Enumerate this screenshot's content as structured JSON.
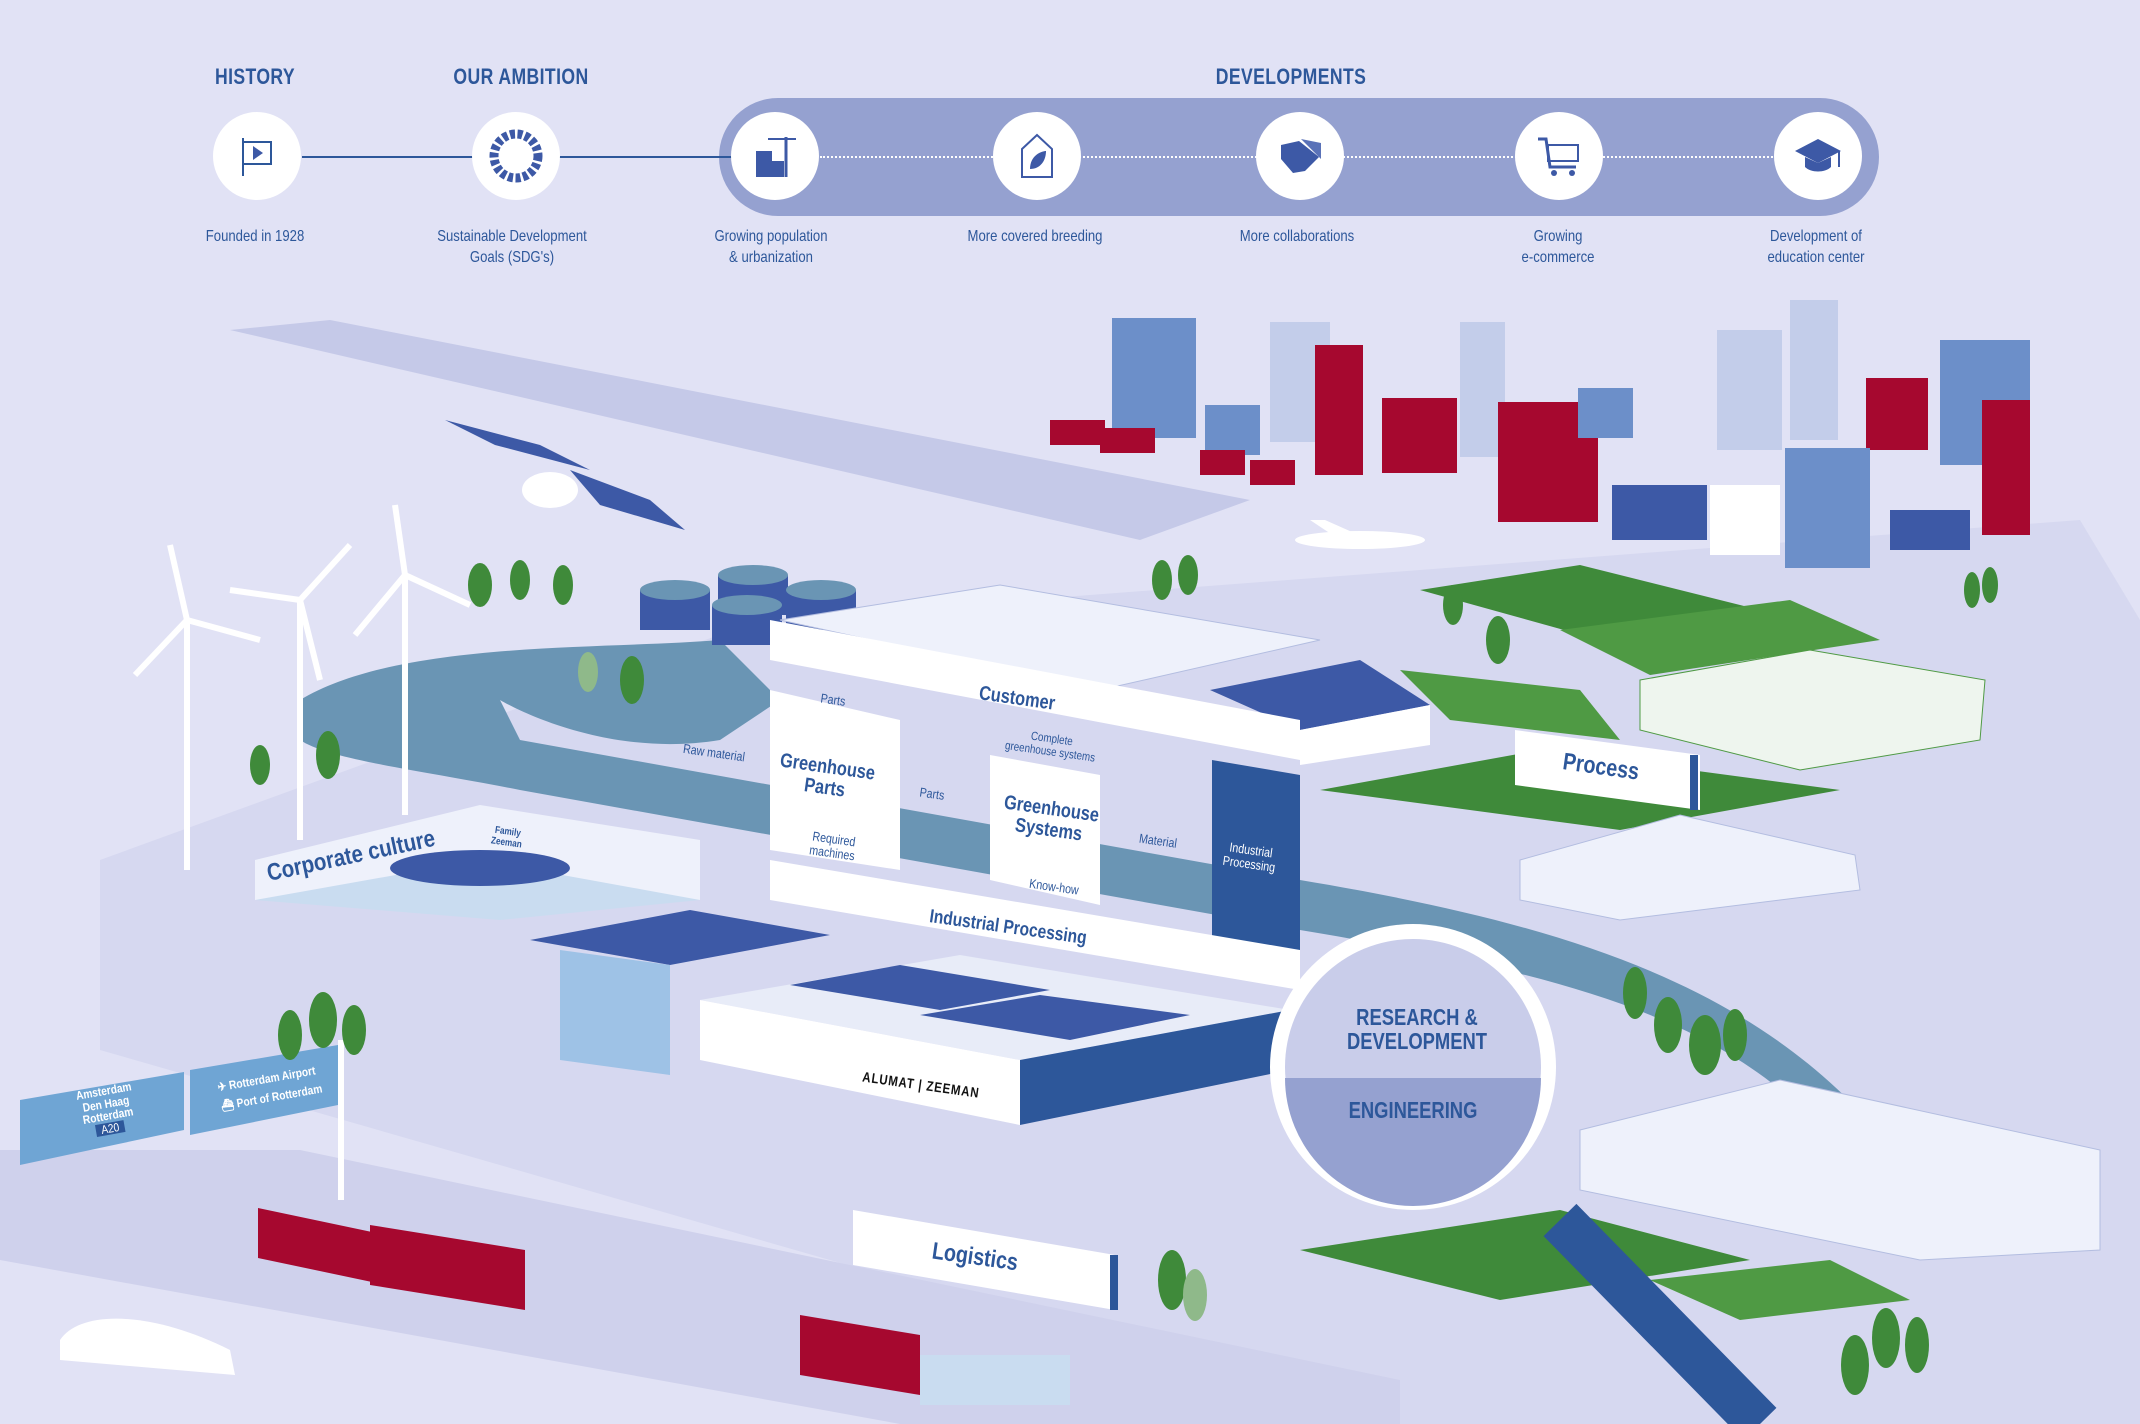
{
  "timeline": {
    "headings": {
      "history": "HISTORY",
      "ambition": "OUR AMBITION",
      "developments": "DEVELOPMENTS"
    },
    "items": [
      {
        "icon": "flag-icon",
        "line1": "Founded in 1928",
        "line2": ""
      },
      {
        "icon": "sdg-wheel-icon",
        "line1": "Sustainable Development",
        "line2": "Goals (SDG's)"
      },
      {
        "icon": "city-crane-icon",
        "line1": "Growing population",
        "line2": "& urbanization"
      },
      {
        "icon": "greenhouse-leaf-icon",
        "line1": "More covered breeding",
        "line2": ""
      },
      {
        "icon": "handshake-icon",
        "line1": "More collaborations",
        "line2": ""
      },
      {
        "icon": "shopping-cart-icon",
        "line1": "Growing",
        "line2": "e-commerce"
      },
      {
        "icon": "graduation-cap-icon",
        "line1": "Development of",
        "line2": "education center"
      }
    ]
  },
  "flow": {
    "customer": "Customer",
    "parts_top": "Parts",
    "raw_material": "Raw material",
    "greenhouse_parts": [
      "Greenhouse",
      "Parts"
    ],
    "required_machines": [
      "Required",
      "machines"
    ],
    "parts_mid": "Parts",
    "complete_systems": [
      "Complete",
      "greenhouse systems"
    ],
    "greenhouse_systems": [
      "Greenhouse",
      "Systems"
    ],
    "know_how": "Know-how",
    "material": "Material",
    "industrial_box": [
      "Industrial",
      "Processing"
    ],
    "industrial_processing": "Industrial Processing"
  },
  "scene": {
    "process": "Process",
    "corporate_culture": "Corporate culture",
    "family_zeeman": [
      "Family",
      "Zeeman"
    ],
    "logistics": "Logistics",
    "brand_left": "ALUMAT",
    "brand_right": "ZEEMAN",
    "magnifier": {
      "top": [
        "RESEARCH &",
        "DEVELOPMENT"
      ],
      "bottom": "ENGINEERING"
    }
  },
  "signs": {
    "left": [
      "Amsterdam",
      "Den Haag",
      "Rotterdam"
    ],
    "road": "A20",
    "right": [
      "Rotterdam Airport",
      "Port of Rotterdam"
    ]
  },
  "colors": {
    "bg": "#e1e2f5",
    "blue": "#2d579a",
    "red": "#a6082f",
    "green": "#3f8a3a",
    "pill": "#95a1d0"
  }
}
